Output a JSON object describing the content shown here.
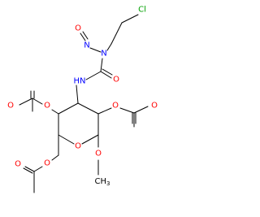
{
  "molecule": {
    "colors": {
      "carbon": "#000000",
      "oxygen": "#ff0000",
      "nitrogen": "#0000ff",
      "chlorine": "#00a000"
    },
    "atoms": {
      "chlorine": "Cl",
      "nitroso_oxygen": "O",
      "nitroso_nitrogen": "N",
      "urea_nitrogen": "N",
      "urea_oxygen": "O",
      "amide_nh": "HN",
      "ring_oxygen": "O",
      "methoxy_oxygen": "O",
      "methoxy_carbon": "CH",
      "methoxy_subscript": "3",
      "acetate_left_ester_oxygen": "O",
      "acetate_left_carbonyl_oxygen": "O",
      "acetate_right_ester_oxygen": "O",
      "acetate_right_carbonyl_oxygen": "O",
      "acetate_bottom_ester_oxygen": "O",
      "acetate_bottom_carbonyl_oxygen": "O"
    }
  }
}
